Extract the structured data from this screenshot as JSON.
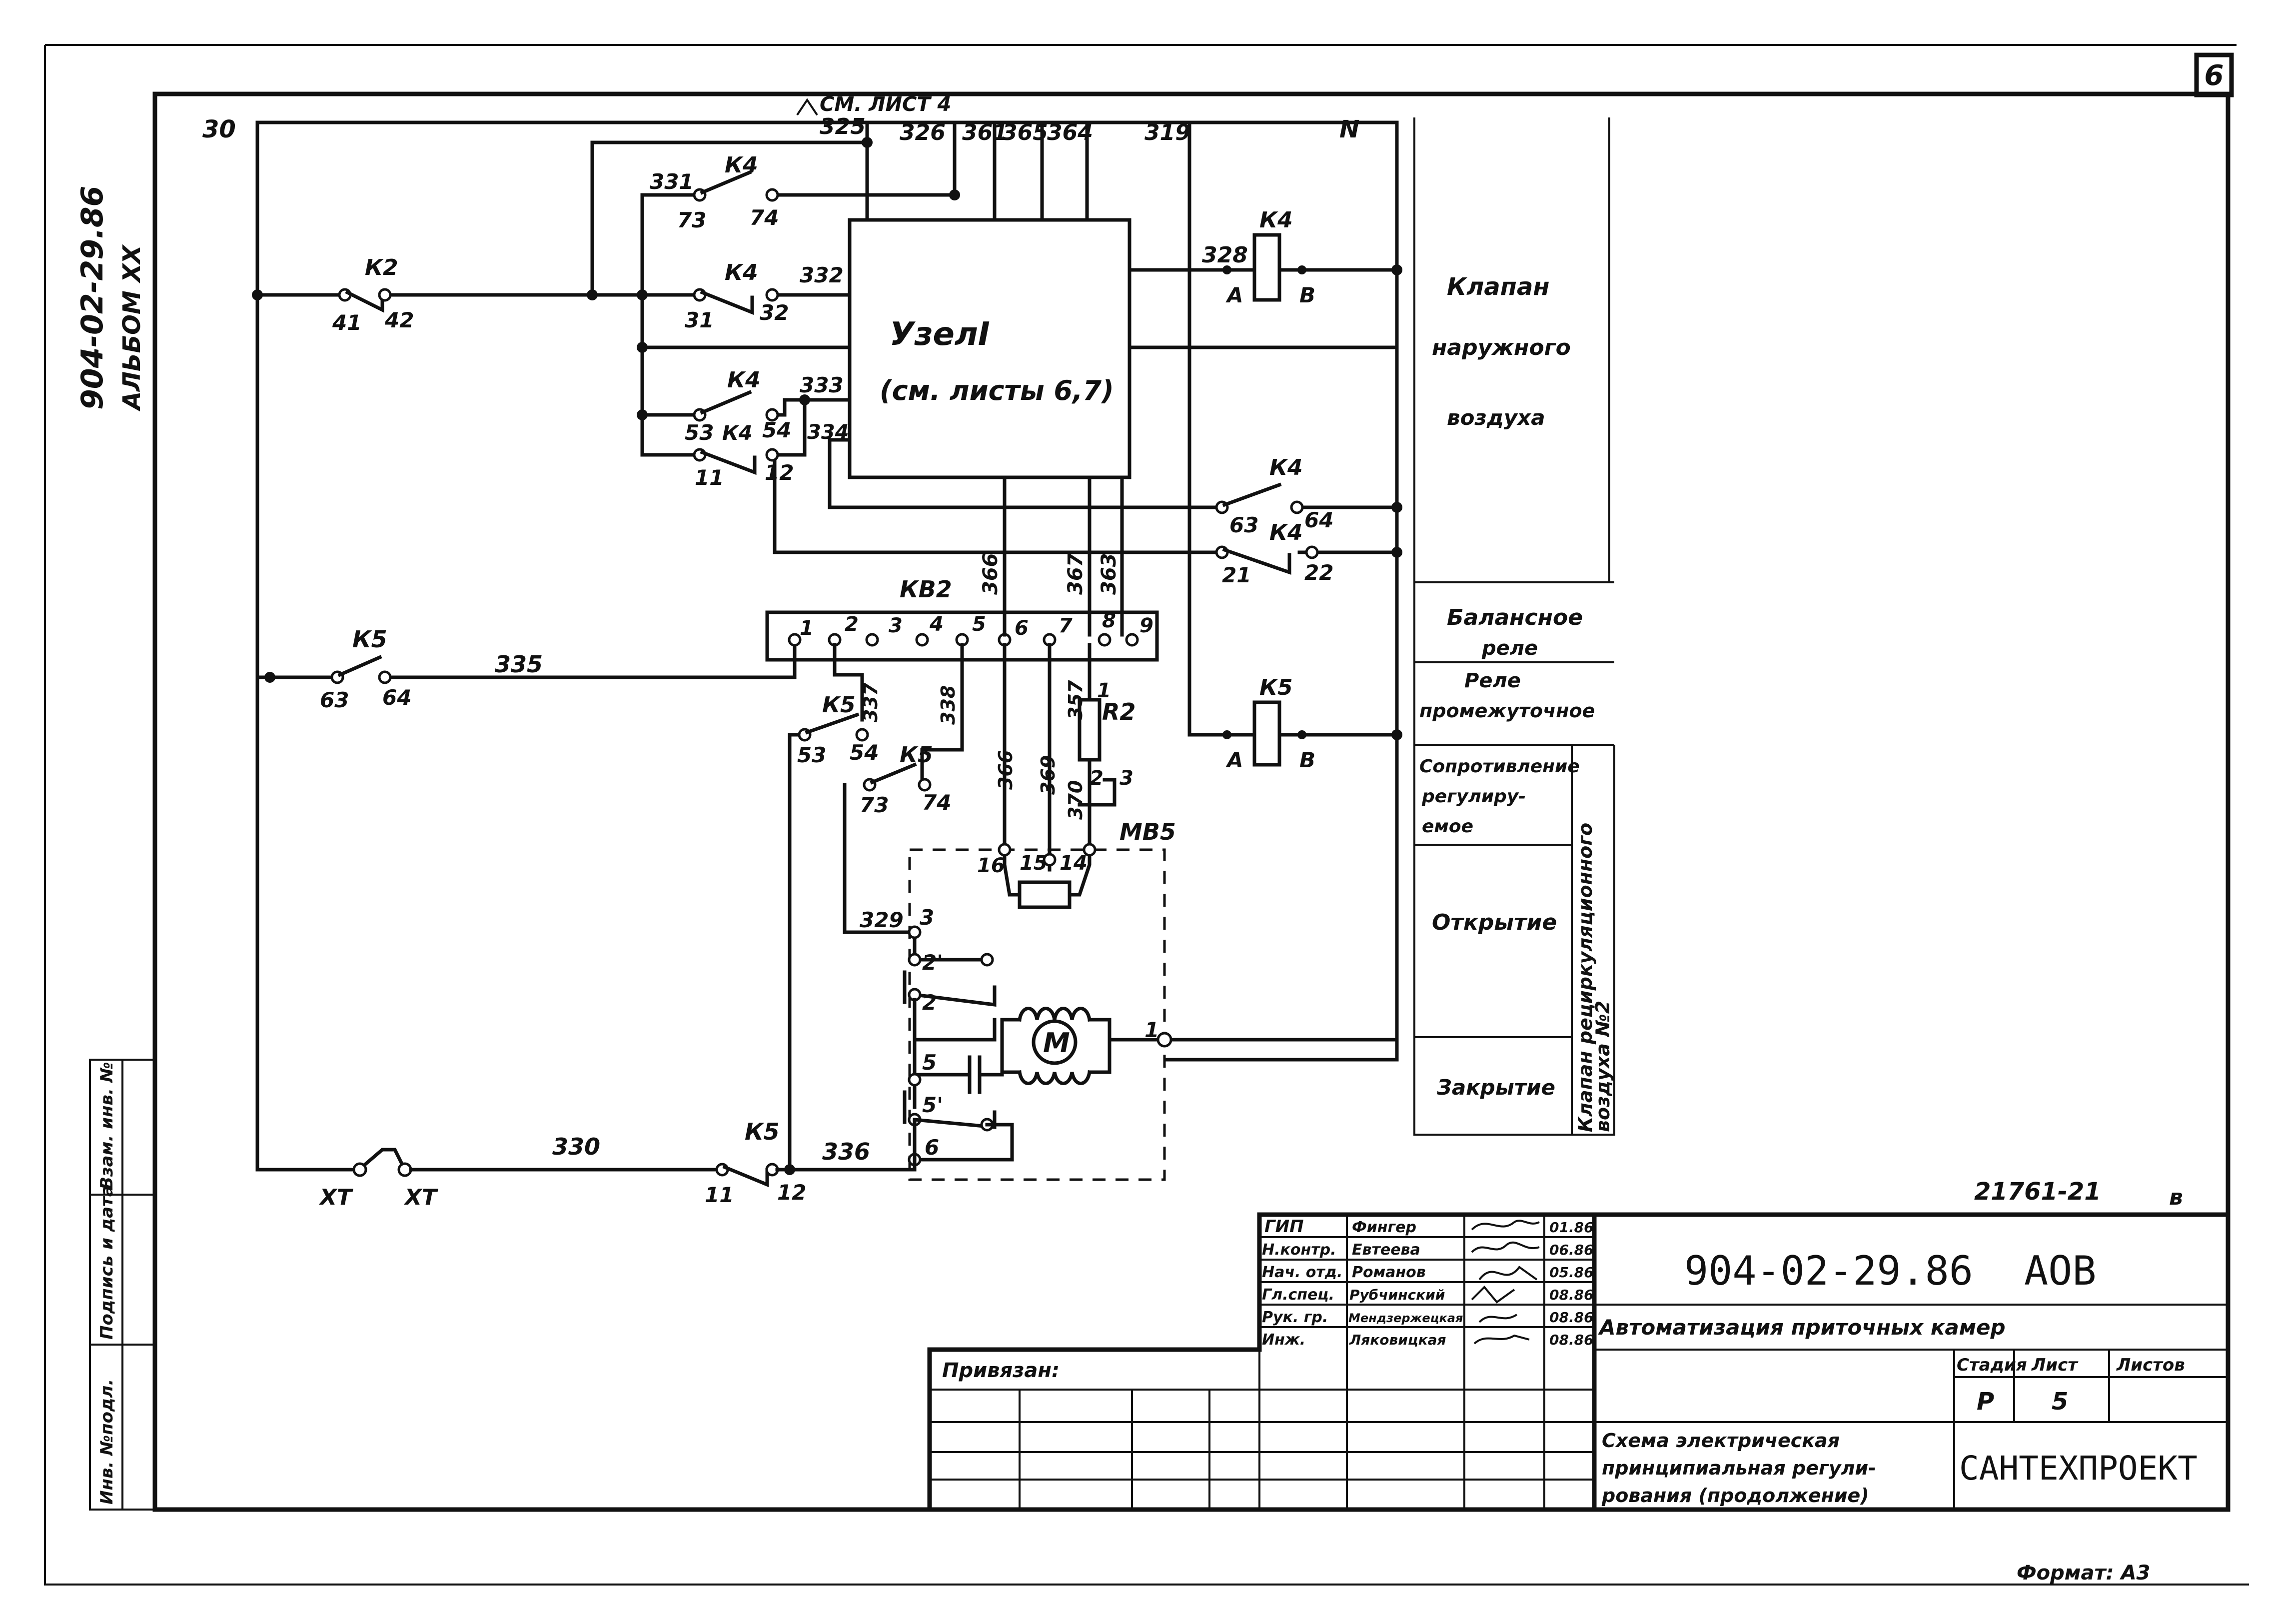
{
  "sheet_corner_number": "6",
  "side_stamp": {
    "doc_code": "904-02-29.86",
    "album": "АЛЬБОМ XX"
  },
  "side_columns": [
    "Инв. №подл.",
    "Подпись и дата",
    "Взам. инв. №"
  ],
  "ref_top": "СМ. ЛИСТ 4",
  "rails": {
    "left": "30",
    "right": "N"
  },
  "bus_wires": [
    "325",
    "326",
    "361",
    "365",
    "364",
    "319"
  ],
  "node_block": {
    "title": "УзелI",
    "ref": "(см. листы 6,7)"
  },
  "wire_numbers": [
    "331",
    "332",
    "333",
    "334",
    "328",
    "335",
    "337",
    "338",
    "366",
    "367",
    "363",
    "357",
    "369",
    "370",
    "329",
    "330",
    "336"
  ],
  "contacts": {
    "k4_a": {
      "label": "К4",
      "left": "73",
      "right": "74"
    },
    "k2": {
      "label": "К2",
      "left": "41",
      "right": "42"
    },
    "k4_b": {
      "label": "К4",
      "left": "31",
      "right": "32"
    },
    "k4_c": {
      "label": "К4",
      "left": "53",
      "right": "54"
    },
    "k4_d": {
      "label": "К4",
      "left": "11",
      "right": "12"
    },
    "k4_e": {
      "label": "К4",
      "left": "63",
      "right": "64"
    },
    "k4_f": {
      "label": "К4",
      "left": "21",
      "right": "22"
    },
    "k5_a": {
      "label": "К5",
      "left": "63",
      "right": "64"
    },
    "k5_b": {
      "label": "К5",
      "left": "53",
      "right": "54"
    },
    "k5_c": {
      "label": "К5",
      "left": "73",
      "right": "74"
    },
    "k5_d": {
      "label": "К5",
      "left": "11",
      "right": "12"
    }
  },
  "coils": {
    "k4": {
      "label": "К4",
      "a": "А",
      "b": "В"
    },
    "k5": {
      "label": "К5",
      "a": "А",
      "b": "В"
    }
  },
  "terminal_block": {
    "label": "КВ2",
    "pins": [
      "1",
      "2",
      "3",
      "4",
      "5",
      "6",
      "7",
      "8",
      "9"
    ]
  },
  "resistor": {
    "label": "R2",
    "pins": [
      "1",
      "2",
      "3"
    ]
  },
  "actuator": {
    "label": "МВ5",
    "pins": [
      "16",
      "15",
      "14",
      "3",
      "2'",
      "2",
      "5",
      "5'",
      "6",
      "1"
    ],
    "motor": "М"
  },
  "xt": [
    "ХТ",
    "ХТ"
  ],
  "legend": {
    "valve_outdoor": [
      "Клапан",
      "наружного",
      "воздуха"
    ],
    "balance_relay": [
      "Балансное",
      "реле"
    ],
    "intermediate_relay": [
      "Реле",
      "промежуточное"
    ],
    "adj_resistance": [
      "Сопротивление",
      "регулиру-",
      "емое"
    ],
    "open": "Открытие",
    "close": "Закрытие",
    "recirc_valve": [
      "Клапан рециркуляционного",
      "воздуха №2"
    ]
  },
  "title_block": {
    "doc_number": "21761-21",
    "doc_suffix": "в",
    "roles": [
      "ГИП",
      "Н.контр.",
      "Нач. отд.",
      "Гл.спец.",
      "Рук. гр.",
      "Инж."
    ],
    "names": [
      "Фингер",
      "Евтеева",
      "Романов",
      "Рубчинский",
      "Мендзержецкая",
      "Ляковицкая"
    ],
    "dates": [
      "01.86",
      "06.86",
      "05.86",
      "08.86",
      "08.86",
      "08.86"
    ],
    "bound_label": "Привязан:",
    "code": "904-02-29.86",
    "code_suffix": "АОВ",
    "project_title": "Автоматизация приточных камер",
    "stage_header": "Стадия",
    "sheet_header": "Лист",
    "sheets_header": "Листов",
    "stage": "Р",
    "sheet": "5",
    "sheets": "",
    "sheet_title": [
      "Схема электрическая",
      "принципиальная регули-",
      "рования (продолжение)"
    ],
    "organization": "САНТЕХПРОЕКТ",
    "format": "Формат: А3"
  }
}
